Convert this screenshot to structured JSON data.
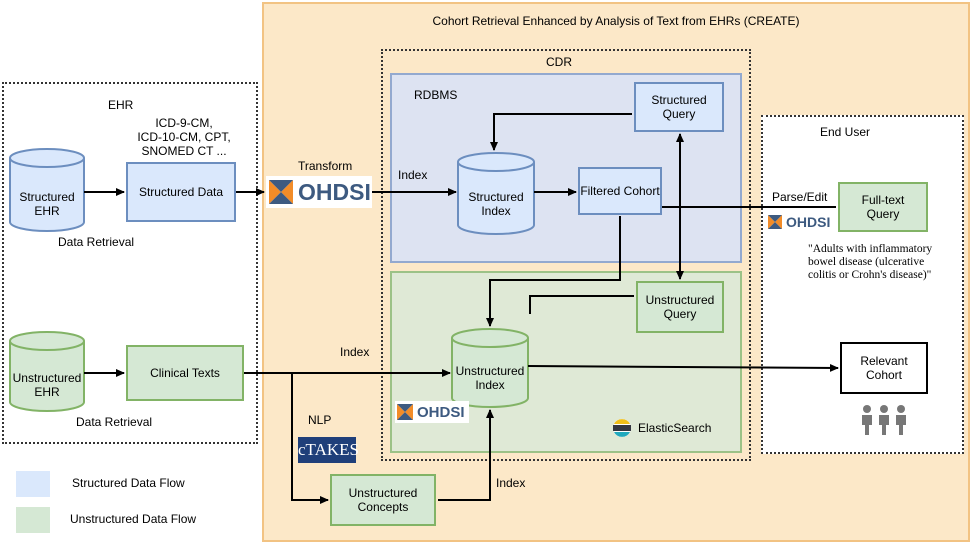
{
  "title": "Cohort Retrieval Enhanced by Analysis of Text from EHRs (CREATE)",
  "ehr": {
    "label": "EHR",
    "structured_ehr": "Structured\nEHR",
    "structured_data": "Structured Data",
    "codes": "ICD-9-CM,\nICD-10-CM, CPT,\nSNOMED CT ...",
    "data_retrieval_1": "Data Retrieval",
    "unstructured_ehr": "Unstructured\nEHR",
    "clinical_texts": "Clinical Texts",
    "data_retrieval_2": "Data Retrieval"
  },
  "transform": "Transform",
  "ohdsi_word": "OHDSI",
  "cdr": {
    "label": "CDR",
    "rdbms": "RDBMS",
    "index_label_top": "Index",
    "structured_index": "Structured\nIndex",
    "filtered_cohort": "Filtered Cohort",
    "structured_query": "Structured\nQuery",
    "unstructured_query": "Unstructured\nQuery",
    "unstructured_index": "Unstructured\nIndex",
    "elasticsearch": "ElasticSearch"
  },
  "index_label_mid": "Index",
  "index_label_bottom": "Index",
  "nlp": "NLP",
  "ctakes": "cTAKES",
  "unstructured_concepts": "Unstructured\nConcepts",
  "end_user": {
    "label": "End User",
    "parse_edit": "Parse/Edit",
    "fulltext_query": "Full-text\nQuery",
    "example_query": "\"Adults with inflammatory\nbowel disease (ulcerative\ncolitis or Crohn's disease)\"",
    "relevant_cohort": "Relevant\nCohort"
  },
  "legend": {
    "structured": "Structured Data Flow",
    "unstructured": "Unstructured Data Flow"
  },
  "colors": {
    "blue_fill": "#dae8fc",
    "blue_stroke": "#6c8ebf",
    "green_fill": "#d5e8d4",
    "green_stroke": "#82b366",
    "outer_fill": "#fff2cc",
    "outer_stroke": "#f5c06b"
  }
}
